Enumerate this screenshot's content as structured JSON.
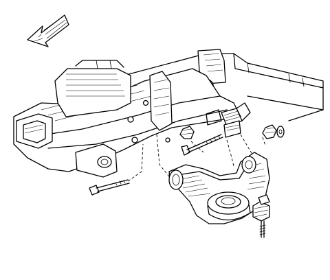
{
  "figure": {
    "arrow_direction": "left-front",
    "parts": [
      "frame",
      "lower-control-arm",
      "ball-joint",
      "bumper",
      "front-bolt",
      "rear-bolt",
      "cam-nut",
      "washer"
    ],
    "colors": {
      "ink": "#000000",
      "paper": "#ffffff"
    }
  }
}
